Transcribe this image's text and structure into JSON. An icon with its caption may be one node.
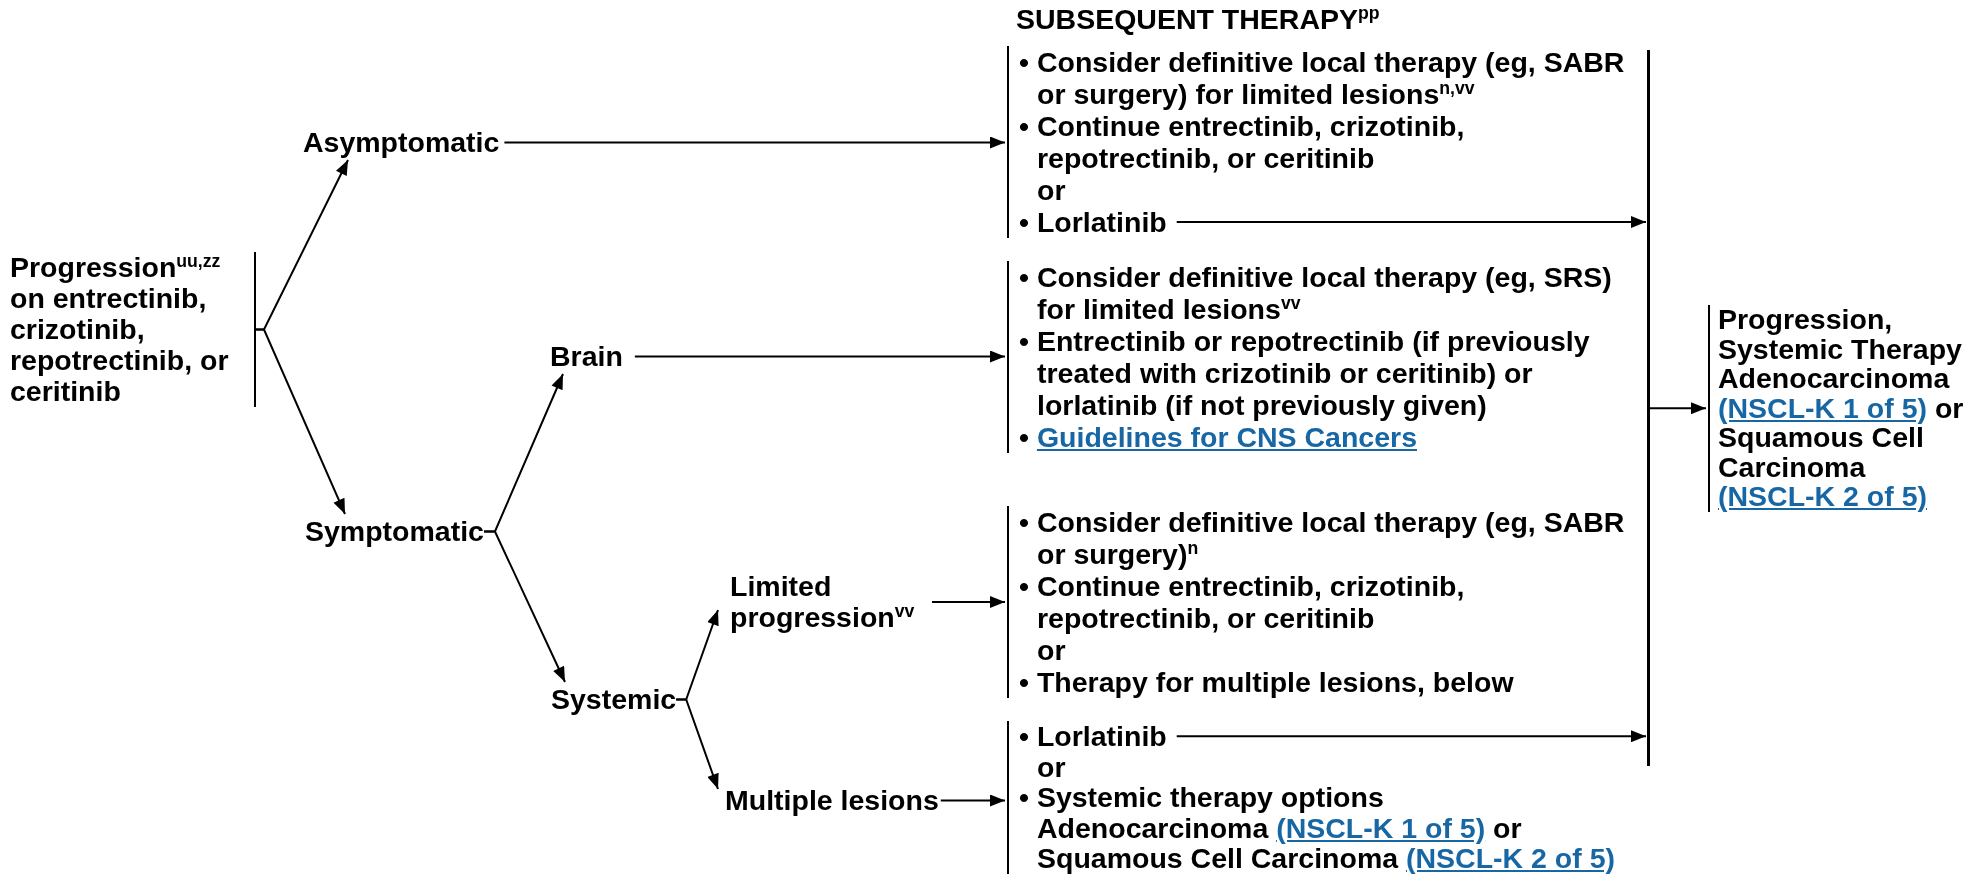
{
  "diagram": {
    "nodes": [
      {
        "text": [
          "Progression$^{uu,zz}$ on entrectinib, crizotinib, repotrectinib, or ceritinib"
        ]
      },
      {
        "text": [
          "Asymptomatic"
        ]
      },
      {
        "text": [
          "Symptomatic"
        ]
      },
      {
        "text": [
          "Brain"
        ]
      },
      {
        "text": [
          "Systemic"
        ]
      },
      {
        "text": [
          "Limited progression$^{vv}$"
        ]
      },
      {
        "text": [
          "Multiple lesions"
        ]
      },
      {
        "text": [
          "• Consider definitive local therapy (eg, SABR or surgery) for limited lesions$^{n,vv}$",
          "• Continue entrectinib, crizotinib, repotrectinib, or ceritinib",
          "or"
        ]
      },
      {
        "text": [
          "• Lorlatinib"
        ],
        "in": 7
      },
      {
        "text": [
          "• Consider definitive local therapy (eg, SRS) for limited lesions$^{vv}$",
          "• Entrectinib or repotrectinib (if previously treated with crizotinib or ceritinib) or lorlatinib (if not previously given)",
          "•",
          "Guidelines for CNS Cancers"
        ]
      },
      {
        "text": [
          "• Consider definitive local therapy (eg, SABR or surgery)$^{n}$",
          "• Continue entrectinib, crizotinib, repotrectinib, or ceritinib",
          "or",
          "• Therapy for multiple lesions, below"
        ]
      },
      {
        "text": [
          "or",
          "• Systemic therapy options",
          "Adenocarcinoma",
          "(NSCL-K 1 of 5)",
          "or",
          "Squamous Cell Carcinoma",
          "(NSCL-K 2 of 5)"
        ]
      },
      {
        "text": [
          "• Lorlatinib"
        ],
        "in": 11
      },
      {
        "text": [],
        "shape": "bar"
      },
      {
        "text": [
          "Progression, Systemic Therapy",
          "Adenocarcinoma",
          "(NSCL-K 1 of 5)",
          "or",
          "Squamous Cell Carcinoma",
          "(NSCL-K 2 of 5)"
        ]
      }
    ],
    "edges": [
      {
        "from": 0,
        "to": 1,
        "arrow": "to"
      },
      {
        "from": 0,
        "to": 2,
        "arrow": "to"
      },
      {
        "from": 1,
        "to": 7,
        "arrow": "to"
      },
      {
        "from": 2,
        "to": 3,
        "arrow": "to"
      },
      {
        "from": 2,
        "to": 4,
        "arrow": "to"
      },
      {
        "from": 3,
        "to": 9,
        "arrow": "to"
      },
      {
        "from": 4,
        "to": 5,
        "arrow": "to"
      },
      {
        "from": 4,
        "to": 6,
        "arrow": "to"
      },
      {
        "from": 5,
        "to": 10,
        "arrow": "to"
      },
      {
        "from": 6,
        "to": 11,
        "arrow": "to"
      },
      {
        "from": 8,
        "to": 13,
        "arrow": "to"
      },
      {
        "from": 12,
        "to": 13,
        "arrow": "to"
      },
      {
        "from": 13,
        "to": 14,
        "arrow": "to"
      }
    ],
    "labels": [
      "SUBSEQUENT THERAPY$^{pp}$"
    ]
  }
}
